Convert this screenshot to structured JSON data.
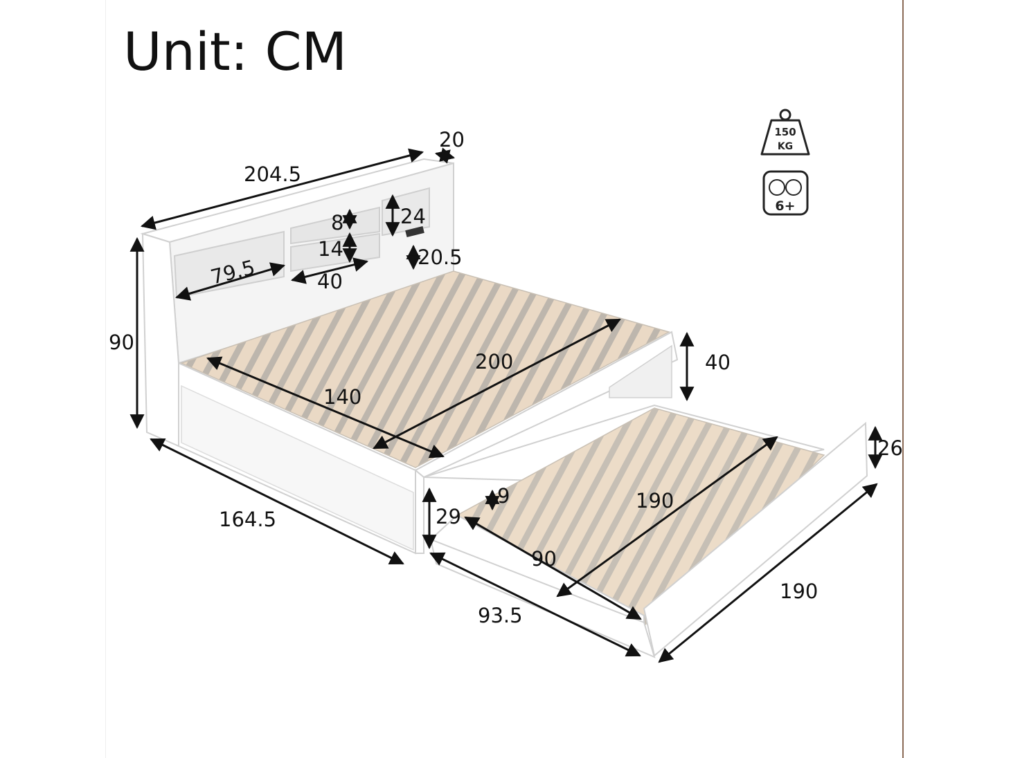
{
  "title": "Unit: CM",
  "dimensions": {
    "headboard_width": "204.5",
    "headboard_depth": "20",
    "shelf_height_small": "8",
    "shelf_height_large": "24",
    "shelf_middle": "14",
    "shelf_lower": "20.5",
    "shelf_left_width": "79.5",
    "shelf_mid_width": "40",
    "total_height": "90",
    "mattress_length": "200",
    "mattress_width": "140",
    "bed_height": "40",
    "bed_width": "164.5",
    "trundle_side_height": "26",
    "trundle_slat_gap": "9",
    "trundle_height": "29",
    "trundle_mattress_length": "190",
    "trundle_mattress_width": "90",
    "trundle_width": "93.5",
    "trundle_length": "190"
  },
  "badges": {
    "weight_top": "150",
    "weight_bottom": "KG",
    "age": "6+"
  },
  "colors": {
    "frame": "#ffffff",
    "frame_edge": "#cfcfcf",
    "slat": "#e9d8c4",
    "arrow": "#111111",
    "side_accent": "#8a6a55"
  }
}
